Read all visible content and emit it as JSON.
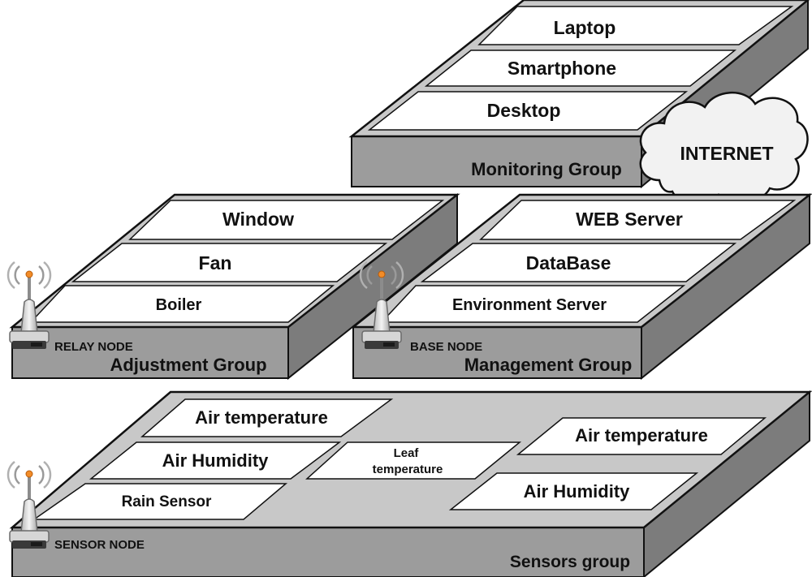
{
  "colors": {
    "slab_top": "#c8c8c8",
    "slab_front": "#9c9c9c",
    "slab_side": "#7c7c7c",
    "card": "#ffffff",
    "outline": "#111111",
    "cloud": "#f2f2f2",
    "antenna_tip": "#f28c28"
  },
  "monitoring": {
    "group_label": "Monitoring Group",
    "items": [
      "Laptop",
      "Smartphone",
      "Desktop"
    ]
  },
  "internet": {
    "label": "INTERNET"
  },
  "adjustment": {
    "group_label": "Adjustment Group",
    "node_label": "RELAY NODE",
    "items": [
      "Window",
      "Fan",
      "Boiler"
    ]
  },
  "management": {
    "group_label": "Management Group",
    "node_label": "BASE NODE",
    "items": [
      "WEB Server",
      "DataBase",
      "Environment Server"
    ]
  },
  "sensors": {
    "group_label": "Sensors group",
    "node_label": "SENSOR NODE",
    "items": [
      "Air temperature",
      "Air Humidity",
      "Rain Sensor",
      "Leaf",
      "temperature",
      "Air temperature",
      "Air Humidity"
    ]
  },
  "icons": {
    "antenna": "wireless-antenna-node-icon",
    "cloud": "cloud-icon"
  }
}
